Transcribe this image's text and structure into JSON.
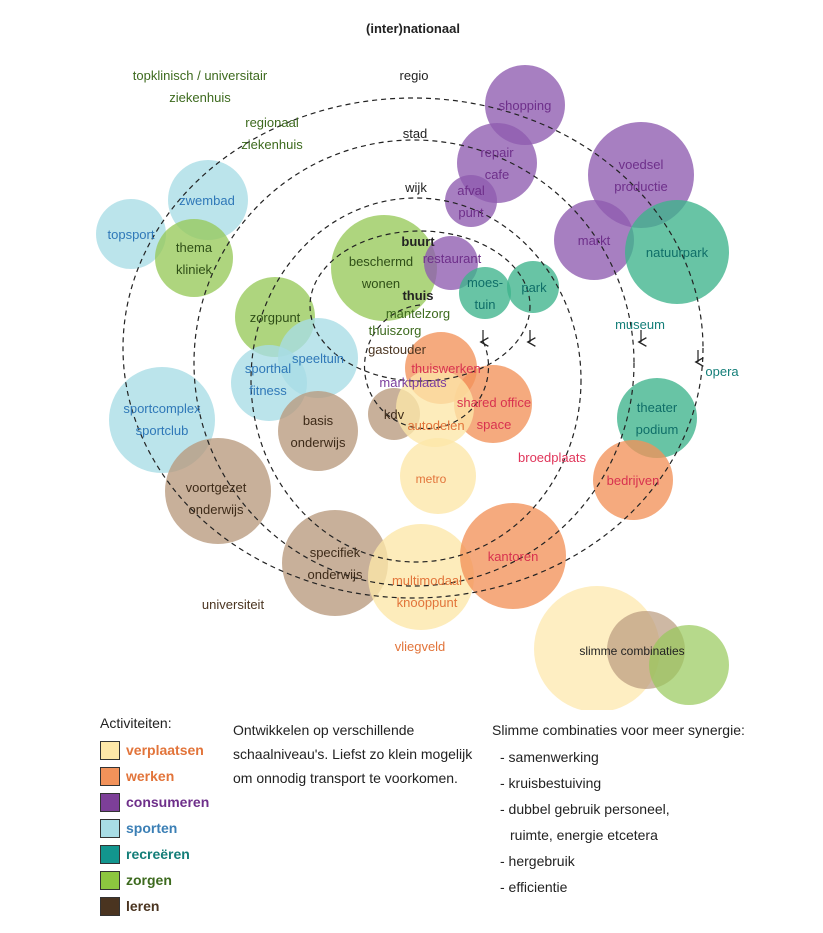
{
  "colors": {
    "verplaatsen": "#fde7a8",
    "werken": "#f2925a",
    "consumeren": "#8e5bb0",
    "sporten": "#a8dde6",
    "recreeren": "#3eb38c",
    "zorgen": "#97c95a",
    "leren": "#b99a7e"
  },
  "scale_labels": {
    "international": "(inter)nationaal",
    "regio": "regio",
    "stad": "stad",
    "wijk": "wijk",
    "buurt": "buurt",
    "thuis": "thuis"
  },
  "bubbles": [
    {
      "id": "shopping",
      "lines": [
        "shopping"
      ],
      "category": "consumeren"
    },
    {
      "id": "repair-cafe",
      "lines": [
        "repair",
        "cafe"
      ],
      "category": "consumeren"
    },
    {
      "id": "afval-punt",
      "lines": [
        "afval",
        "punt"
      ],
      "category": "consumeren"
    },
    {
      "id": "voedsel-productie",
      "lines": [
        "voedsel",
        "productie"
      ],
      "category": "consumeren"
    },
    {
      "id": "markt",
      "lines": [
        "markt"
      ],
      "category": "consumeren"
    },
    {
      "id": "natuurpark",
      "lines": [
        "natuurpark"
      ],
      "category": "recreeren"
    },
    {
      "id": "zwembad",
      "lines": [
        "zwembad"
      ],
      "category": "sporten"
    },
    {
      "id": "topsport",
      "lines": [
        "topsport"
      ],
      "category": "sporten"
    },
    {
      "id": "thema-kliniek",
      "lines": [
        "thema",
        "kliniek"
      ],
      "category": "zorgen"
    },
    {
      "id": "beschermd-wonen",
      "lines": [
        "beschermd",
        "wonen"
      ],
      "category": "zorgen"
    },
    {
      "id": "restaurant",
      "lines": [
        "restaurant"
      ],
      "category": "consumeren"
    },
    {
      "id": "moestuin",
      "lines": [
        "moes-",
        "tuin"
      ],
      "category": "recreeren"
    },
    {
      "id": "park",
      "lines": [
        "park"
      ],
      "category": "recreeren"
    },
    {
      "id": "zorgpunt",
      "lines": [
        "zorgpunt"
      ],
      "category": "zorgen"
    },
    {
      "id": "speeltuin",
      "lines": [
        "speeltuin"
      ],
      "category": "sporten"
    },
    {
      "id": "sporthal-fitness",
      "lines": [
        "sporthal",
        "fitness"
      ],
      "category": "sporten"
    },
    {
      "id": "thuiswerken",
      "lines": [
        "thuiswerken"
      ],
      "category": "werken"
    },
    {
      "id": "shared-office-space",
      "lines": [
        "shared office",
        "space"
      ],
      "category": "werken"
    },
    {
      "id": "kdv",
      "lines": [
        "kdv"
      ],
      "category": "leren"
    },
    {
      "id": "autodelen",
      "lines": [
        "autodelen"
      ],
      "category": "verplaatsen"
    },
    {
      "id": "basis-onderwijs",
      "lines": [
        "basis",
        "onderwijs"
      ],
      "category": "leren"
    },
    {
      "id": "sportcomplex-sportclub",
      "lines": [
        "sportcomplex",
        "sportclub"
      ],
      "category": "sporten"
    },
    {
      "id": "voortgezet-onderwijs",
      "lines": [
        "voortgezet",
        "onderwijs"
      ],
      "category": "leren"
    },
    {
      "id": "metro",
      "lines": [
        "metro"
      ],
      "category": "verplaatsen"
    },
    {
      "id": "theater-podium",
      "lines": [
        "theater",
        "podium"
      ],
      "category": "recreeren"
    },
    {
      "id": "bedrijven",
      "lines": [
        "bedrijven"
      ],
      "category": "werken"
    },
    {
      "id": "specifiek-onderwijs",
      "lines": [
        "specifiek",
        "onderwijs"
      ],
      "category": "leren"
    },
    {
      "id": "multimodaal-knooppunt",
      "lines": [
        "multimodaal",
        "knooppunt"
      ],
      "category": "verplaatsen"
    },
    {
      "id": "kantoren",
      "lines": [
        "kantoren"
      ],
      "category": "werken"
    }
  ],
  "free_labels": [
    {
      "id": "topklinisch",
      "lines": [
        "topklinisch / universitair",
        "ziekenhuis"
      ],
      "category": "zorgen"
    },
    {
      "id": "regionaal-ziekenhuis",
      "lines": [
        "regionaal",
        "ziekenhuis"
      ],
      "category": "zorgen"
    },
    {
      "id": "mantelzorg",
      "lines": [
        "mantelzorg"
      ],
      "category": "zorgen"
    },
    {
      "id": "thuiszorg",
      "lines": [
        "thuiszorg"
      ],
      "category": "zorgen"
    },
    {
      "id": "gastouder",
      "lines": [
        "gastouder"
      ],
      "category": "leren"
    },
    {
      "id": "marktplaats",
      "lines": [
        "marktplaats"
      ],
      "category": "consumeren"
    },
    {
      "id": "museum",
      "lines": [
        "museum"
      ],
      "category": "recreeren"
    },
    {
      "id": "opera",
      "lines": [
        "opera"
      ],
      "category": "recreeren"
    },
    {
      "id": "broedplaats",
      "lines": [
        "broedplaats"
      ],
      "category": "werken"
    },
    {
      "id": "universiteit",
      "lines": [
        "universiteit"
      ],
      "category": "leren"
    },
    {
      "id": "vliegveld",
      "lines": [
        "vliegveld"
      ],
      "category": "verplaatsen"
    }
  ],
  "combo_example": {
    "label": "slimme combinaties",
    "colors": [
      "verplaatsen",
      "leren",
      "zorgen"
    ]
  },
  "legend": {
    "title": "Activiteiten:",
    "items": [
      {
        "label": "verplaatsen",
        "color": "#fde7a8",
        "text_color": "#e2743a"
      },
      {
        "label": "werken",
        "color": "#f2925a",
        "text_color": "#e2743a"
      },
      {
        "label": "consumeren",
        "color": "#7d3f98",
        "text_color": "#6e2f8a"
      },
      {
        "label": "sporten",
        "color": "#a8dde6",
        "text_color": "#3b7fb5"
      },
      {
        "label": "recreëren",
        "color": "#12958e",
        "text_color": "#137e78"
      },
      {
        "label": "zorgen",
        "color": "#8cc63f",
        "text_color": "#3d6a1e"
      },
      {
        "label": "leren",
        "color": "#4a3420",
        "text_color": "#4a3420"
      }
    ]
  },
  "note": "Ontwikkelen op verschillende schaalniveau's. Liefst zo klein mogelijk om onnodig transport te voorkomen.",
  "combinations": {
    "title": "Slimme combinaties voor meer synergie:",
    "items": [
      "- samenwerking",
      "- kruisbestuiving",
      "- dubbel gebruik personeel,",
      "  ruimte, energie etcetera",
      "- hergebruik",
      "- efficientie"
    ]
  }
}
